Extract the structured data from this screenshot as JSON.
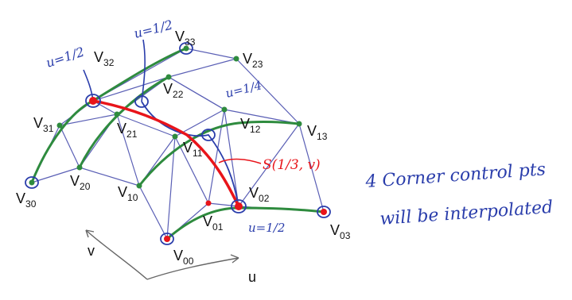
{
  "diagram": {
    "control_points": [
      {
        "label": "V",
        "sub": "33"
      },
      {
        "label": "V",
        "sub": "32"
      },
      {
        "label": "V",
        "sub": "23"
      },
      {
        "label": "V",
        "sub": "22"
      },
      {
        "label": "V",
        "sub": "31"
      },
      {
        "label": "V",
        "sub": "21"
      },
      {
        "label": "V",
        "sub": "12"
      },
      {
        "label": "V",
        "sub": "13"
      },
      {
        "label": "V",
        "sub": "11"
      },
      {
        "label": "V",
        "sub": "20"
      },
      {
        "label": "V",
        "sub": "30"
      },
      {
        "label": "V",
        "sub": "10"
      },
      {
        "label": "V",
        "sub": "02"
      },
      {
        "label": "V",
        "sub": "01"
      },
      {
        "label": "V",
        "sub": "03"
      },
      {
        "label": "V",
        "sub": "00"
      }
    ],
    "axes": {
      "u_label": "u",
      "v_label": "v"
    },
    "annotations": {
      "u_half_1": "u=1/2",
      "u_half_2": "u=1/2",
      "u_quarter": "u=1/4",
      "u_half_bottom": "u=1/2",
      "s_label": "S(1/3, v)",
      "note_line1": "4 Corner control pts",
      "note_line2": "will be interpolated"
    },
    "colors": {
      "mesh": "#5a5fb5",
      "iso_curves": "#2e8b3e",
      "red_curve": "#e8141a",
      "handwriting_blue": "#2a3dab",
      "handwriting_red": "#e8141a",
      "arrow": "#666666"
    }
  }
}
